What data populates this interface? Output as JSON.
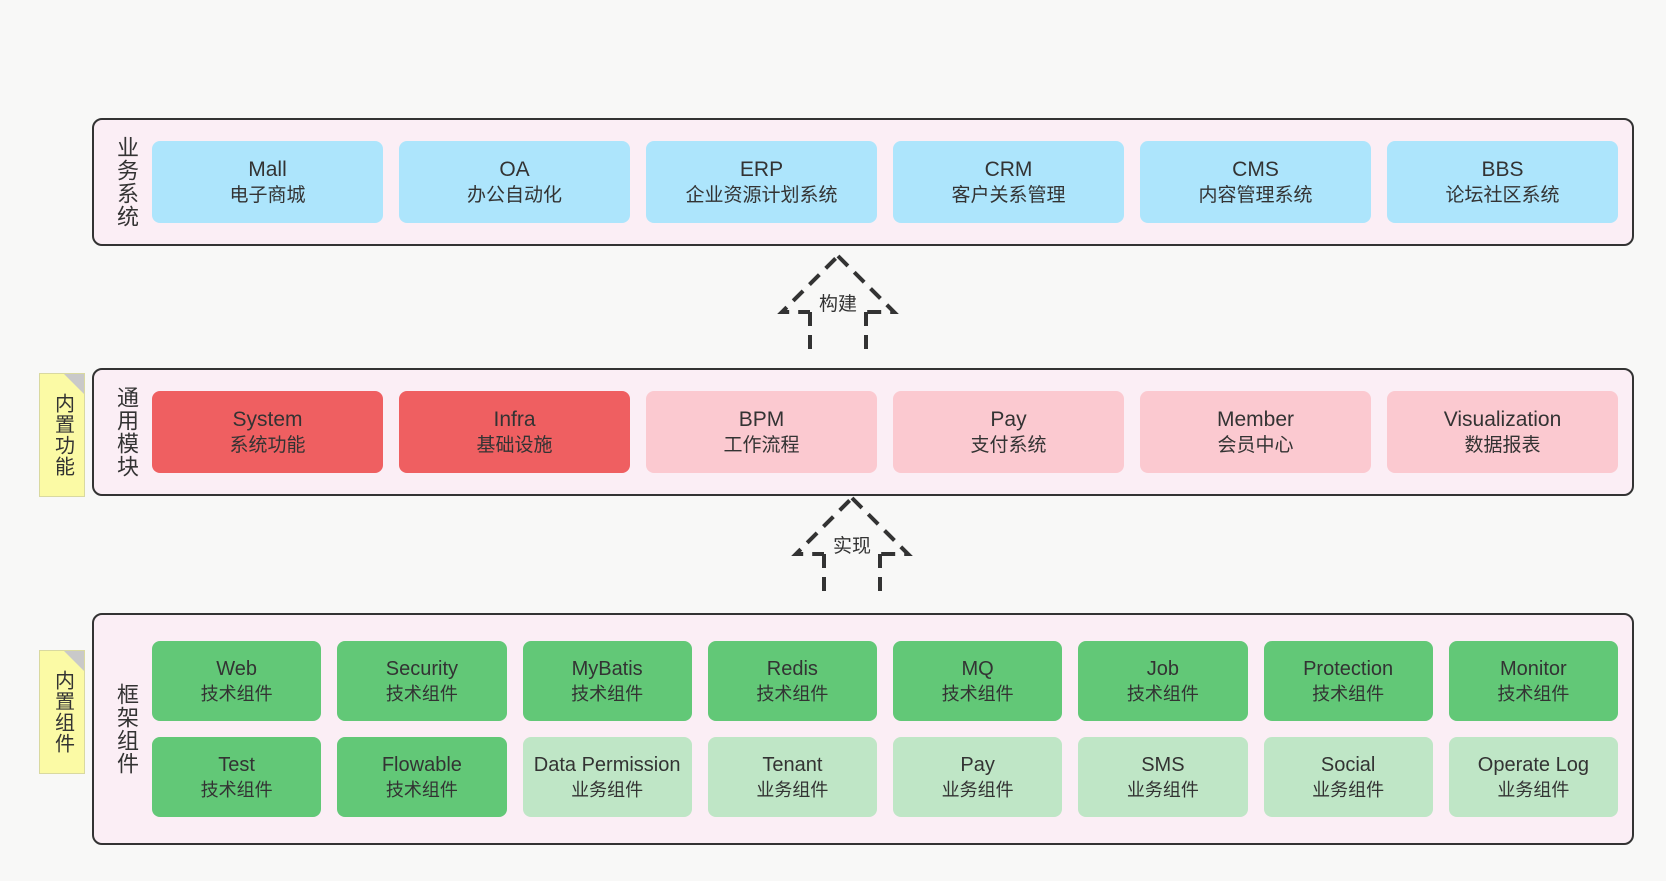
{
  "diagram": {
    "layers": [
      {
        "id": "business-systems",
        "side_label": "业务系统",
        "rows": [
          {
            "cards": [
              {
                "name": "Mall",
                "subtitle": "电子商城",
                "color": "#ade5fc"
              },
              {
                "name": "OA",
                "subtitle": "办公自动化",
                "color": "#ade5fc"
              },
              {
                "name": "ERP",
                "subtitle": "企业资源计划系统",
                "color": "#ade5fc"
              },
              {
                "name": "CRM",
                "subtitle": "客户关系管理",
                "color": "#ade5fc"
              },
              {
                "name": "CMS",
                "subtitle": "内容管理系统",
                "color": "#ade5fc"
              },
              {
                "name": "BBS",
                "subtitle": "论坛社区系统",
                "color": "#ade5fc"
              }
            ]
          }
        ]
      },
      {
        "id": "common-modules",
        "side_label": "通用模块",
        "note": "内置功能",
        "rows": [
          {
            "cards": [
              {
                "name": "System",
                "subtitle": "系统功能",
                "color": "#ef5f61"
              },
              {
                "name": "Infra",
                "subtitle": "基础设施",
                "color": "#ef5f61"
              },
              {
                "name": "BPM",
                "subtitle": "工作流程",
                "color": "#fbc9d0"
              },
              {
                "name": "Pay",
                "subtitle": "支付系统",
                "color": "#fbc9d0"
              },
              {
                "name": "Member",
                "subtitle": "会员中心",
                "color": "#fbc9d0"
              },
              {
                "name": "Visualization",
                "subtitle": "数据报表",
                "color": "#fbc9d0"
              }
            ]
          }
        ]
      },
      {
        "id": "framework-components",
        "side_label": "框架组件",
        "note": "内置组件",
        "rows": [
          {
            "cards": [
              {
                "name": "Web",
                "subtitle": "技术组件",
                "color": "#62c877"
              },
              {
                "name": "Security",
                "subtitle": "技术组件",
                "color": "#62c877"
              },
              {
                "name": "MyBatis",
                "subtitle": "技术组件",
                "color": "#62c877"
              },
              {
                "name": "Redis",
                "subtitle": "技术组件",
                "color": "#62c877"
              },
              {
                "name": "MQ",
                "subtitle": "技术组件",
                "color": "#62c877"
              },
              {
                "name": "Job",
                "subtitle": "技术组件",
                "color": "#62c877"
              },
              {
                "name": "Protection",
                "subtitle": "技术组件",
                "color": "#62c877"
              },
              {
                "name": "Monitor",
                "subtitle": "技术组件",
                "color": "#62c877"
              }
            ]
          },
          {
            "cards": [
              {
                "name": "Test",
                "subtitle": "技术组件",
                "color": "#62c877"
              },
              {
                "name": "Flowable",
                "subtitle": "技术组件",
                "color": "#62c877"
              },
              {
                "name": "Data Permission",
                "subtitle": "业务组件",
                "color": "#bfe6c6"
              },
              {
                "name": "Tenant",
                "subtitle": "业务组件",
                "color": "#bfe6c6"
              },
              {
                "name": "Pay",
                "subtitle": "业务组件",
                "color": "#bfe6c6"
              },
              {
                "name": "SMS",
                "subtitle": "业务组件",
                "color": "#bfe6c6"
              },
              {
                "name": "Social",
                "subtitle": "业务组件",
                "color": "#bfe6c6"
              },
              {
                "name": "Operate Log",
                "subtitle": "业务组件",
                "color": "#bfe6c6"
              }
            ]
          }
        ]
      }
    ],
    "connectors": [
      {
        "id": "build",
        "label": "构建"
      },
      {
        "id": "implement",
        "label": "实现"
      }
    ],
    "colors": {
      "panel_background": "#fbeef5",
      "panel_border": "#333333",
      "canvas_background": "#f8f8f7",
      "note_background": "#fbfaa5",
      "note_fold": "#c9c9c9",
      "business_card": "#ade5fc",
      "module_core": "#ef5f61",
      "module_plain": "#fbc9d0",
      "component_tech": "#62c877",
      "component_business": "#bfe6c6"
    }
  }
}
